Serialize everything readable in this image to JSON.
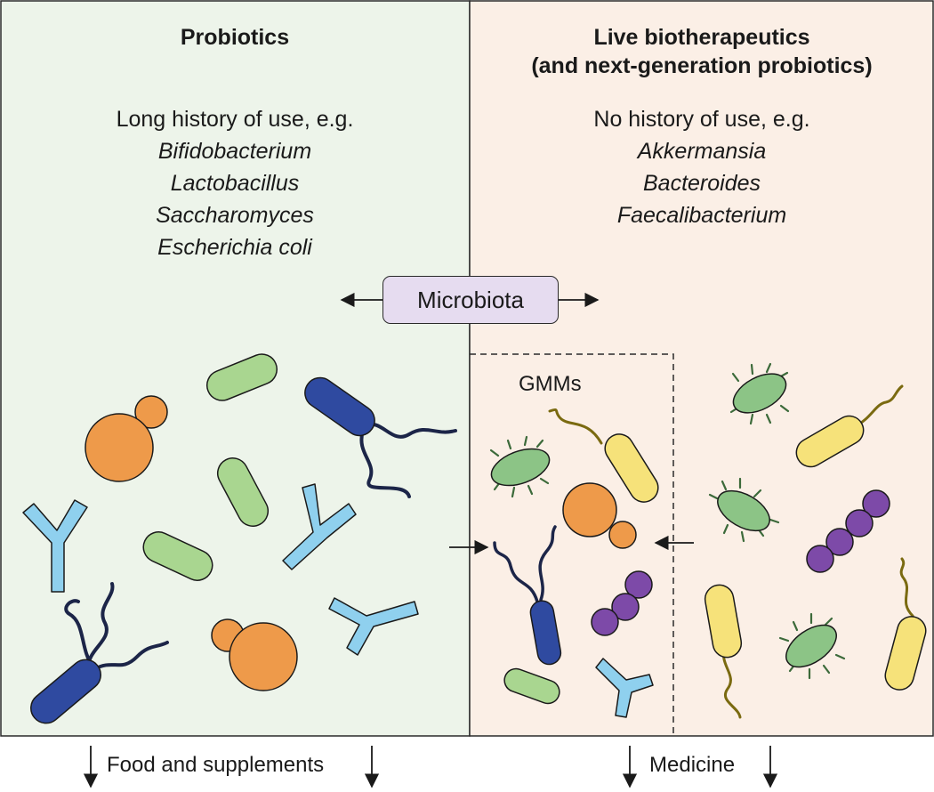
{
  "left_panel": {
    "title": "Probiotics",
    "intro": "Long history of use, e.g.",
    "organisms": [
      "Bifidobacterium",
      "Lactobacillus",
      "Saccharomyces",
      "Escherichia coli"
    ],
    "bg_color": "#edf4ea"
  },
  "right_panel": {
    "title_line1": "Live biotherapeutics",
    "title_line2": "(and next-generation probiotics)",
    "intro": "No history of use, e.g.",
    "organisms": [
      "Akkermansia",
      "Bacteroides",
      "Faecalibacterium"
    ],
    "bg_color": "#fbefe6"
  },
  "center": {
    "label": "Microbiota",
    "box_color": "#e6dcf0"
  },
  "gmm": {
    "label": "GMMs"
  },
  "footer": {
    "left": "Food and supplements",
    "right": "Medicine"
  },
  "colors": {
    "yeast": "#ee9a4a",
    "rod_green": "#a9d690",
    "rod_blue": "#2f4aa0",
    "y_shape": "#8fd0ee",
    "yellow_rod": "#f6e27a",
    "spiky_green": "#8cc486",
    "purple_cocci": "#7d4aa8"
  },
  "icons": [
    "yeast-icon",
    "rod-bacterium-icon",
    "flagellated-bacterium-icon",
    "y-shaped-bacterium-icon",
    "spiky-bacterium-icon",
    "streptococcus-chain-icon"
  ]
}
